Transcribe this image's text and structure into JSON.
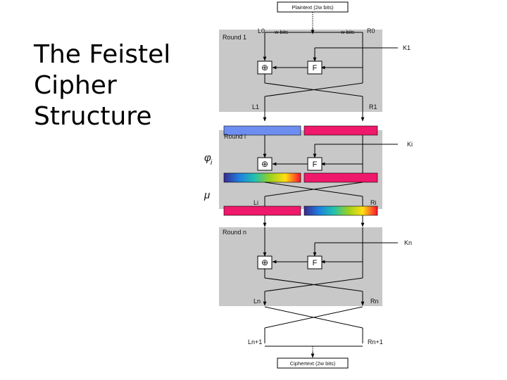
{
  "slide": {
    "title_lines": [
      "The Feistel",
      "Cipher",
      "Structure"
    ]
  },
  "diagram": {
    "plaintext": "Plaintext (2w bits)",
    "ciphertext": "Ciphertext (2w bits)",
    "w_bits_left": "w bits",
    "w_bits_right": "w bits",
    "round_1": "Round 1",
    "round_i": "Round i",
    "round_n": "Round n",
    "L0": "L0",
    "R0": "R0",
    "L1": "L1",
    "R1": "R1",
    "Li": "Li",
    "Ri": "Ri",
    "Ln": "Ln",
    "Rn": "Rn",
    "Ln1": "Ln+1",
    "Rn1": "Rn+1",
    "K1": "K1",
    "Ki": "Ki",
    "Kn": "Kn",
    "F": "F",
    "xor": "⊕",
    "phi": "φ",
    "phi_sub": "i",
    "mu": "μ",
    "colors": {
      "round_panel": "#c8c8c8",
      "blue_bar": "#6d8ef0",
      "magenta_bar": "#f0186a",
      "line": "#000000"
    }
  }
}
